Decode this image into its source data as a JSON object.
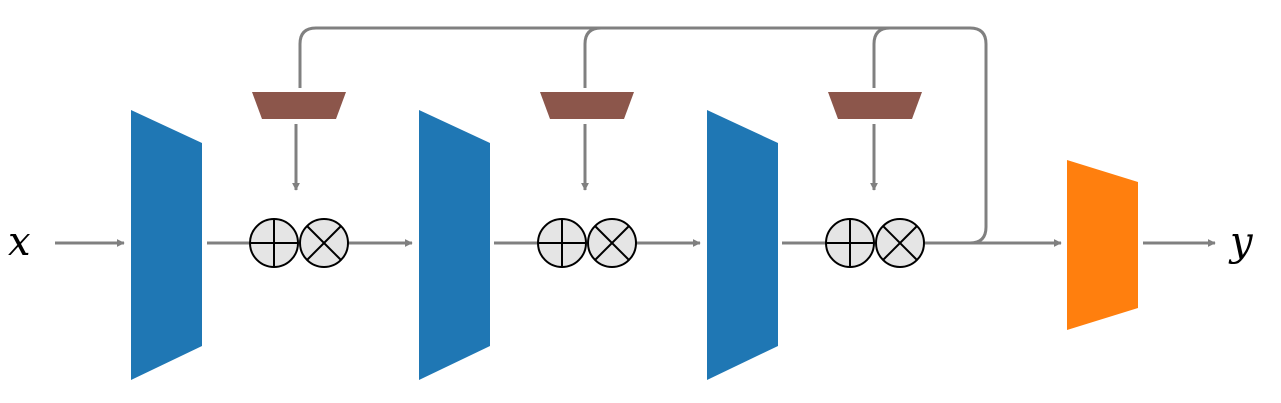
{
  "labels": {
    "input": "x",
    "output": "y"
  },
  "colors": {
    "main_block": "#1f77b4",
    "output_block": "#ff7f0e",
    "conditioning_block": "#8c564b",
    "arrow": "#808080",
    "operator_fill": "#e5e5e5",
    "operator_stroke": "#000000"
  },
  "operators": [
    "add",
    "multiply"
  ],
  "stages": 3
}
